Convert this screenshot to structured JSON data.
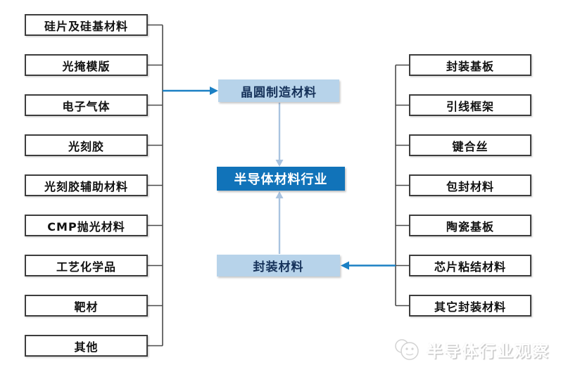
{
  "left_items": [
    "硅片及硅基材料",
    "光掩模版",
    "电子气体",
    "光刻胶",
    "光刻胶辅助材料",
    "CMP抛光材料",
    "工艺化学品",
    "靶材",
    "其他"
  ],
  "center": {
    "wafer": "晶圆制造材料",
    "industry": "半导体材料行业",
    "packaging": "封装材料"
  },
  "right_items": [
    "封装基板",
    "引线框架",
    "键合丝",
    "包封材料",
    "陶瓷基板",
    "芯片粘结材料",
    "其它封装材料"
  ],
  "watermark": {
    "text": "半导体行业观察",
    "icon": "wechat-account-logo"
  },
  "colors": {
    "accent_blue": "#1173b9",
    "light_blue": "#b7d3ea",
    "arrow_blue": "#1b80c4",
    "arrow_light": "#a9c3e0",
    "line_gray": "#4a4a4a",
    "node_text": "#111111",
    "center_text": "#16325a",
    "watermark_gray": "#c6c6c6"
  }
}
